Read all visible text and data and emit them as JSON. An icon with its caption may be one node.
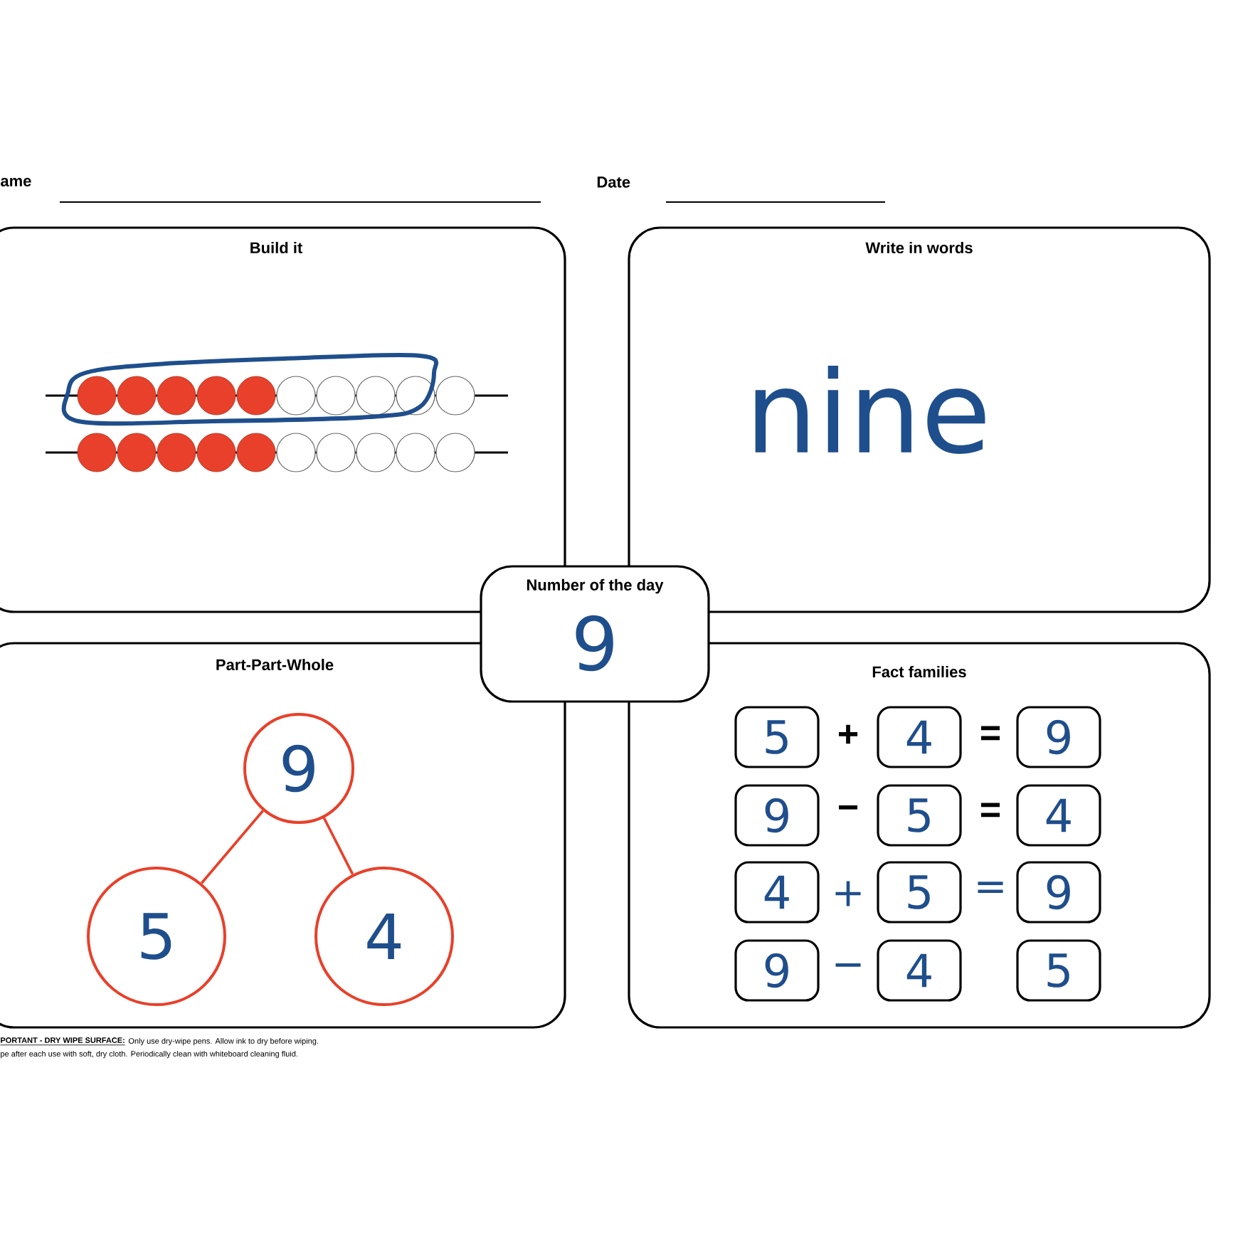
{
  "diagram": {
    "nodes": [
      {
        "text": [
          "Build it"
        ]
      },
      {
        "text": [
          "Write in words",
          "nine"
        ]
      },
      {
        "text": [
          "Number of the day",
          "9"
        ]
      },
      {
        "text": [
          "Part-Part-Whole"
        ]
      },
      {
        "text": [
          "9"
        ],
        "in": 3
      },
      {
        "text": [
          "5"
        ],
        "in": 3
      },
      {
        "text": [
          "4"
        ],
        "in": 3
      },
      {
        "text": [
          "Fact families"
        ]
      },
      {
        "text": [
          "5"
        ],
        "in": 7
      },
      {
        "text": [
          "4"
        ],
        "in": 7
      },
      {
        "text": [
          "9"
        ],
        "in": 7
      },
      {
        "text": [
          "9"
        ],
        "in": 7
      },
      {
        "text": [
          "5"
        ],
        "in": 7
      },
      {
        "text": [
          "4"
        ],
        "in": 7
      },
      {
        "text": [
          "4"
        ],
        "in": 7
      },
      {
        "text": [
          "5"
        ],
        "in": 7
      },
      {
        "text": [
          "9"
        ],
        "in": 7
      },
      {
        "text": [
          "9"
        ],
        "in": 7
      },
      {
        "text": [
          "4"
        ],
        "in": 7
      },
      {
        "text": [
          "5"
        ],
        "in": 7
      }
    ],
    "edges": [
      {
        "from": 4,
        "to": 5,
        "arrow": "none"
      },
      {
        "from": 4,
        "to": 6,
        "arrow": "none"
      }
    ],
    "labels": [
      "ame",
      "Date",
      "+",
      "=",
      "−",
      "=",
      "+",
      "=",
      "−",
      "PORTANT - DRY WIPE SURFACE:",
      "Only use dry-wipe pens. Allow ink to dry before wiping.",
      "pe after each use with soft, dry cloth. Periodically clean with whiteboard cleaning fluid."
    ]
  }
}
